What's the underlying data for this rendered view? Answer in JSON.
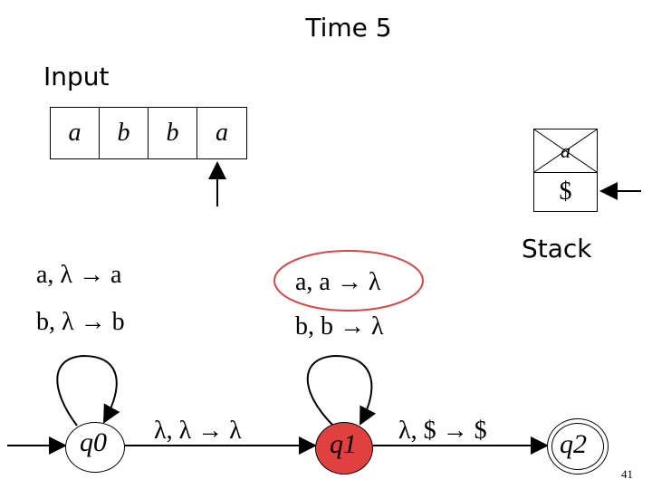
{
  "title": "Time 5",
  "input_label": "Input",
  "input_tape": [
    "a",
    "b",
    "b",
    "a"
  ],
  "stack": {
    "label": "Stack",
    "popped": "a",
    "bottom": "$"
  },
  "transitions": {
    "q0_loop": [
      "a, λ → a",
      "b, λ → b"
    ],
    "q1_loop": [
      "a, a → λ",
      "b, b → λ"
    ],
    "q0_to_q1": "λ, λ → λ",
    "q1_to_q2": "λ, $ → $"
  },
  "states": [
    {
      "id": "q0",
      "label": "q0",
      "sub": "0",
      "active": false,
      "accepting": false
    },
    {
      "id": "q1",
      "label": "q1",
      "sub": "1",
      "active": true,
      "accepting": false
    },
    {
      "id": "q2",
      "label": "q2",
      "sub": "2",
      "active": false,
      "accepting": true
    }
  ],
  "highlight_transition": "a, a → λ",
  "page_number": "41",
  "colors": {
    "active_fill": "#e04040",
    "highlight_ring": "#d04848"
  }
}
